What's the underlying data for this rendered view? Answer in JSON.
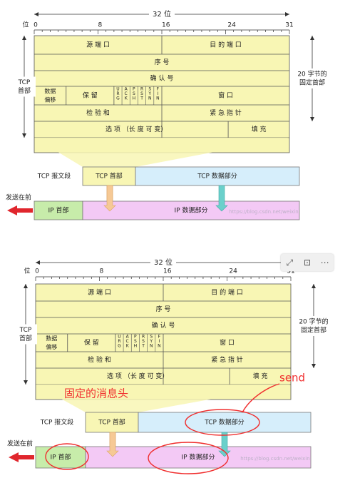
{
  "diagram": {
    "ruler": {
      "bits_label": "32 位",
      "bit_prefix": "位",
      "tick_labels": [
        "0",
        "8",
        "16",
        "24",
        "31"
      ]
    },
    "header_rows": {
      "source_port": "源 端 口",
      "dest_port": "目 的 端 口",
      "seq": "序 号",
      "ack": "确 认 号",
      "data_offset": [
        "数据",
        "偏移"
      ],
      "reserved": "保 留",
      "flags": [
        "URG",
        "ACK",
        "PSH",
        "RST",
        "SYN",
        "FIN"
      ],
      "window": "窗 口",
      "checksum": "检 验 和",
      "urgent_ptr": "紧 急 指 针",
      "options": "选 项 （长 度 可 变）",
      "padding": "填 充"
    },
    "left_label": [
      "TCP",
      "首部"
    ],
    "right_label": [
      "20 字节的",
      "固定首部"
    ],
    "segment_label": "TCP 报文段",
    "tcp_header_label": "TCP 首部",
    "tcp_data_label": "TCP 数据部分",
    "send_direction_label": "发送在前",
    "ip_header_label": "IP 首部",
    "ip_data_label": "IP 数据部分",
    "watermark": "https://blog.csdn.net/weixin"
  },
  "annotations": {
    "fixed_header_note": "固定的消息头",
    "send_note": "send"
  },
  "toolbar": {
    "icons": [
      "expand-icon",
      "text-extract-icon",
      "more-icon"
    ]
  },
  "colors": {
    "header_fill": "#f8f6b4",
    "tcp_data_fill": "#d6eefb",
    "ip_header_fill": "#c7ecaa",
    "ip_data_fill": "#f3c9f5",
    "arrow_yellow": "#f6c995",
    "arrow_cyan": "#6ad0cb",
    "send_arrow": "#e0262d",
    "annotation_red": "#f02e2e"
  }
}
